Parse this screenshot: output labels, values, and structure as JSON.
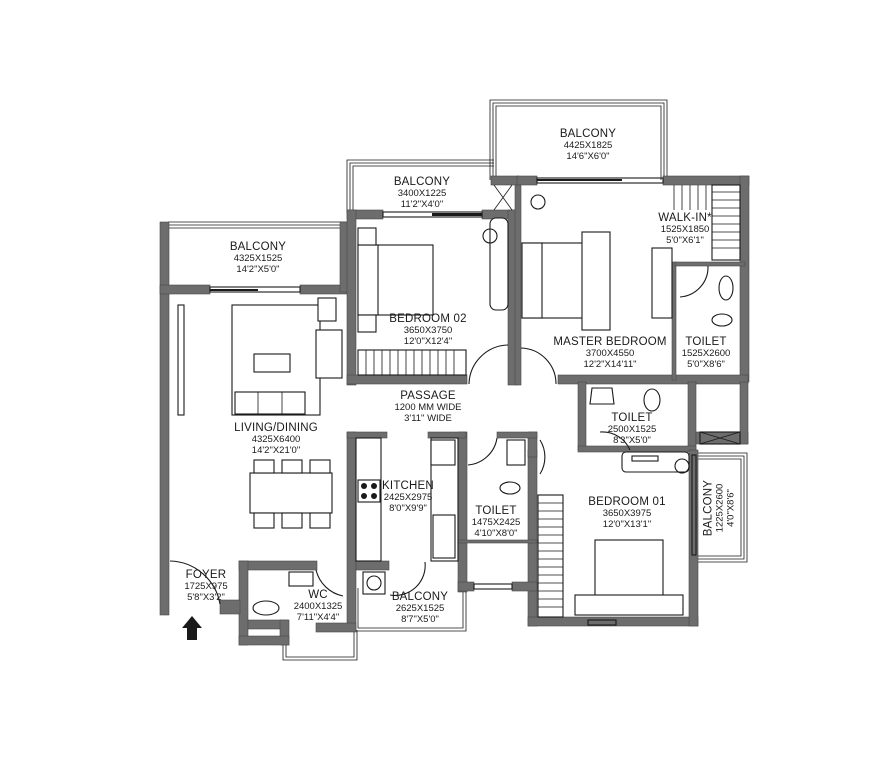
{
  "plan": {
    "entry_arrow": "entry-arrow-icon",
    "colors": {
      "wall": "#6d6d6d",
      "line": "#1a1a1a",
      "background": "#ffffff"
    }
  },
  "rooms": {
    "balcony_top": {
      "name": "BALCONY",
      "mm": "4425X1825",
      "ft": "14'6\"X6'0\""
    },
    "balcony_bed2": {
      "name": "BALCONY",
      "mm": "3400X1225",
      "ft": "11'2\"X4'0\""
    },
    "balcony_living": {
      "name": "BALCONY",
      "mm": "4325X1525",
      "ft": "14'2\"X5'0\""
    },
    "walk_in": {
      "name": "WALK-IN*",
      "mm": "1525X1850",
      "ft": "5'0\"X6'1\""
    },
    "bedroom_02": {
      "name": "BEDROOM 02",
      "mm": "3650X3750",
      "ft": "12'0\"X12'4\""
    },
    "master_bedroom": {
      "name": "MASTER BEDROOM",
      "mm": "3700X4550",
      "ft": "12'2\"X14'11\""
    },
    "toilet_master": {
      "name": "TOILET",
      "mm": "1525X2600",
      "ft": "5'0\"X8'6\""
    },
    "passage": {
      "name": "PASSAGE",
      "mm": "1200 MM WIDE",
      "ft": "3'11\" WIDE"
    },
    "toilet_common": {
      "name": "TOILET",
      "mm": "2500X1525",
      "ft": "8'3\"X5'0\""
    },
    "living_dining": {
      "name": "LIVING/DINING",
      "mm": "4325X6400",
      "ft": "14'2\"X21'0\""
    },
    "kitchen": {
      "name": "KITCHEN",
      "mm": "2425X2975",
      "ft": "8'0\"X9'9\""
    },
    "toilet_small": {
      "name": "TOILET",
      "mm": "1475X2425",
      "ft": "4'10\"X8'0\""
    },
    "bedroom_01": {
      "name": "BEDROOM 01",
      "mm": "3650X3975",
      "ft": "12'0\"X13'1\""
    },
    "balcony_bed1": {
      "name": "BALCONY",
      "mm": "1225X2600",
      "ft": "4'0\"X8'6\""
    },
    "foyer": {
      "name": "FOYER",
      "mm": "1725X975",
      "ft": "5'8\"X3'2\""
    },
    "wc": {
      "name": "WC",
      "mm": "2400X1325",
      "ft": "7'11\"X4'4\""
    },
    "balcony_kitchen": {
      "name": "BALCONY",
      "mm": "2625X1525",
      "ft": "8'7\"X5'0\""
    }
  }
}
